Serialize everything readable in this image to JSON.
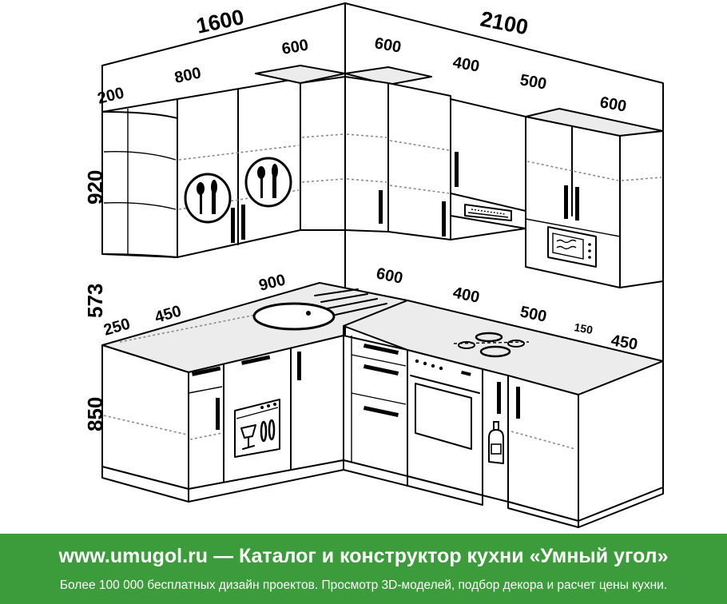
{
  "dimensions": {
    "total_left": "1600",
    "total_right": "2100",
    "upper_left_200": "200",
    "upper_left_800": "800",
    "upper_left_600": "600",
    "upper_right_600": "600",
    "upper_right_400": "400",
    "upper_right_500": "500",
    "upper_right_600b": "600",
    "height_upper": "920",
    "height_gap": "573",
    "height_lower": "850",
    "lower_left_250": "250",
    "lower_left_450": "450",
    "lower_left_900": "900",
    "lower_right_600": "600",
    "lower_right_400": "400",
    "lower_right_500": "500",
    "lower_right_150": "150",
    "lower_right_450": "450"
  },
  "banner": {
    "title": "www.umugol.ru — Каталог и конструктор кухни «Умный угол»",
    "subtitle": "Более 100 000 бесплатных дизайн проектов. Просмотр 3D-моделей, подбор декора и расчет цены кухни.",
    "color": "#3c9b3a"
  }
}
